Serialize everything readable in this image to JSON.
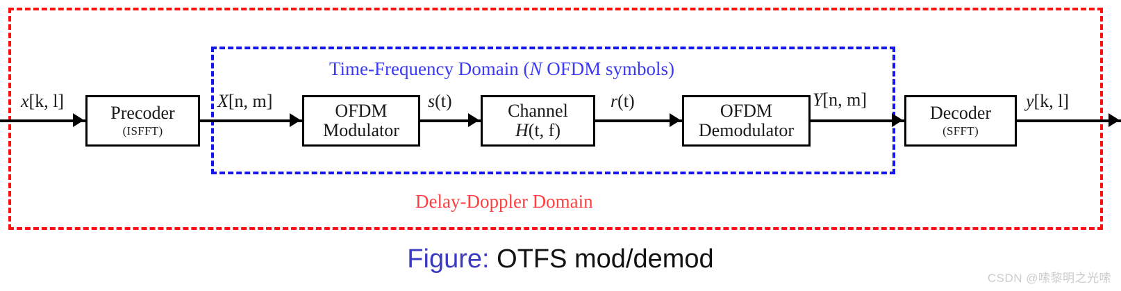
{
  "figure": {
    "caption_prefix": "Figure:",
    "caption_text": "OTFS mod/demod"
  },
  "domains": [
    {
      "id": "delay-doppler",
      "label": "Delay-Doppler Domain",
      "color": "#ff0f0f",
      "text_color": "#ff4040",
      "border_style": "dashed"
    },
    {
      "id": "time-frequency",
      "label_pre": "Time-Frequency Domain (",
      "label_italic": "N",
      "label_post": " OFDM symbols)",
      "color": "#1515f0",
      "text_color": "#3b3bf5",
      "border_style": "dashed"
    }
  ],
  "blocks": [
    {
      "id": "precoder",
      "line1": "Precoder",
      "line2": "",
      "sub": "(ISFFT)"
    },
    {
      "id": "ofdm-mod",
      "line1": "OFDM",
      "line2": "Modulator",
      "sub": ""
    },
    {
      "id": "channel",
      "line1": "Channel",
      "line2_italic": "H",
      "line2_rest": "(t, f)",
      "sub": ""
    },
    {
      "id": "ofdm-demod",
      "line1": "OFDM",
      "line2": "Demodulator",
      "sub": ""
    },
    {
      "id": "decoder",
      "line1": "Decoder",
      "line2": "",
      "sub": "(SFFT)"
    }
  ],
  "signals": [
    {
      "id": "input",
      "italic": "x",
      "rest": "[k, l]"
    },
    {
      "id": "precoder-out",
      "italic": "X",
      "rest": "[n, m]"
    },
    {
      "id": "modulator-out",
      "italic": "s",
      "rest": "(t)"
    },
    {
      "id": "channel-out",
      "italic": "r",
      "rest": "(t)"
    },
    {
      "id": "demodulator-out",
      "italic": "Y",
      "rest": "[n, m]"
    },
    {
      "id": "output",
      "italic": "y",
      "rest": "[k, l]"
    }
  ],
  "watermark": {
    "text": "CSDN @嗦黎明之光嗦"
  }
}
